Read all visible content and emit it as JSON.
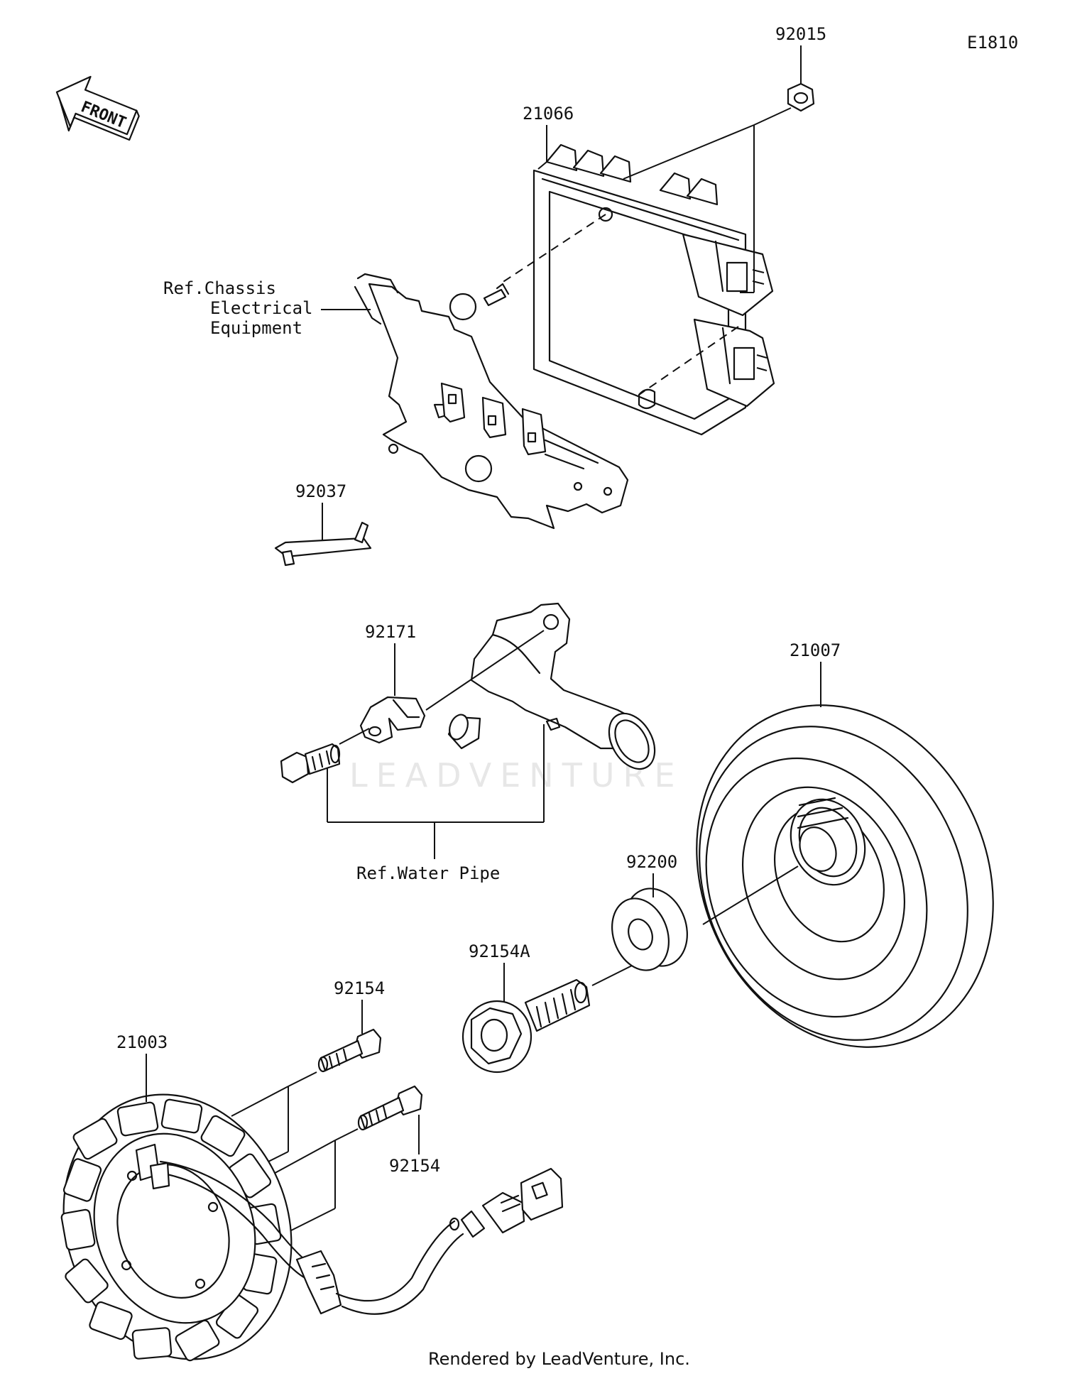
{
  "diagram_code": "E1810",
  "front_arrow_label": "FRONT",
  "watermark": "LEADVENTURE",
  "footer": "Rendered by LeadVenture, Inc.",
  "refs": {
    "chassis_line1": "Ref.Chassis",
    "chassis_line2": "Electrical",
    "chassis_line3": "Equipment",
    "water_pipe": "Ref.Water Pipe"
  },
  "parts": {
    "nut": "92015",
    "regulator": "21066",
    "clip": "92037",
    "clamp": "92171",
    "rotor": "21007",
    "washer": "92200",
    "rotor_bolt": "92154A",
    "stator_bolt_upper": "92154",
    "stator": "21003",
    "stator_bolt_lower": "92154"
  }
}
